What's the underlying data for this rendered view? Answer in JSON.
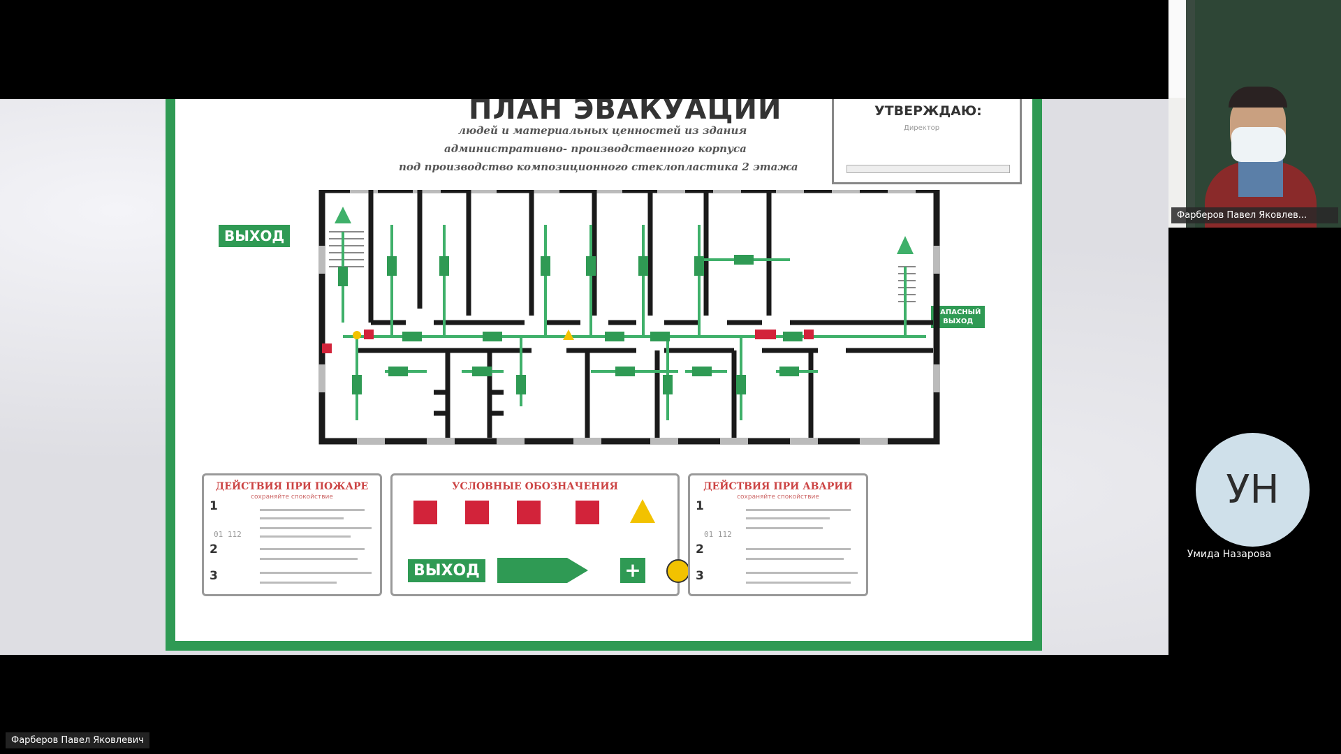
{
  "meeting": {
    "presenter_label": "Фарберов Павел Яковлевич",
    "camera_label": "Фарберов Павел Яковлев...",
    "participant": {
      "initials": "УН",
      "name": "Умида Назарова"
    }
  },
  "poster": {
    "title": "ПЛАН ЭВАКУАЦИИ",
    "subtitle": [
      "людей и материальных ценностей из здания",
      "административно- производственного корпуса",
      "под производство композиционного стеклопластика 2 этажа"
    ],
    "approve": {
      "title": "УТВЕРЖДАЮ:",
      "subtitle": "Директор"
    },
    "exit_main": "ВЫХОД",
    "exit_spare": [
      "ЗАПАСНЫЙ",
      "ВЫХОД"
    ],
    "panel_fire": {
      "title": "ДЕЙСТВИЯ ПРИ ПОЖАРЕ",
      "subtitle": "сохраняйте спокойствие",
      "phone": "01 112",
      "steps": [
        "1",
        "2",
        "3"
      ]
    },
    "panel_legend": {
      "title": "УСЛОВНЫЕ ОБОЗНАЧЕНИЯ",
      "exit_sign": "ВЫХОД"
    },
    "panel_accident": {
      "title": "ДЕЙСТВИЯ ПРИ АВАРИИ",
      "subtitle": "сохраняйте спокойствие",
      "phone": "01 112",
      "steps": [
        "1",
        "2",
        "3"
      ]
    }
  },
  "colors": {
    "green": "#2f9a54",
    "red": "#d2233a",
    "wall": "#1a1a1a"
  }
}
